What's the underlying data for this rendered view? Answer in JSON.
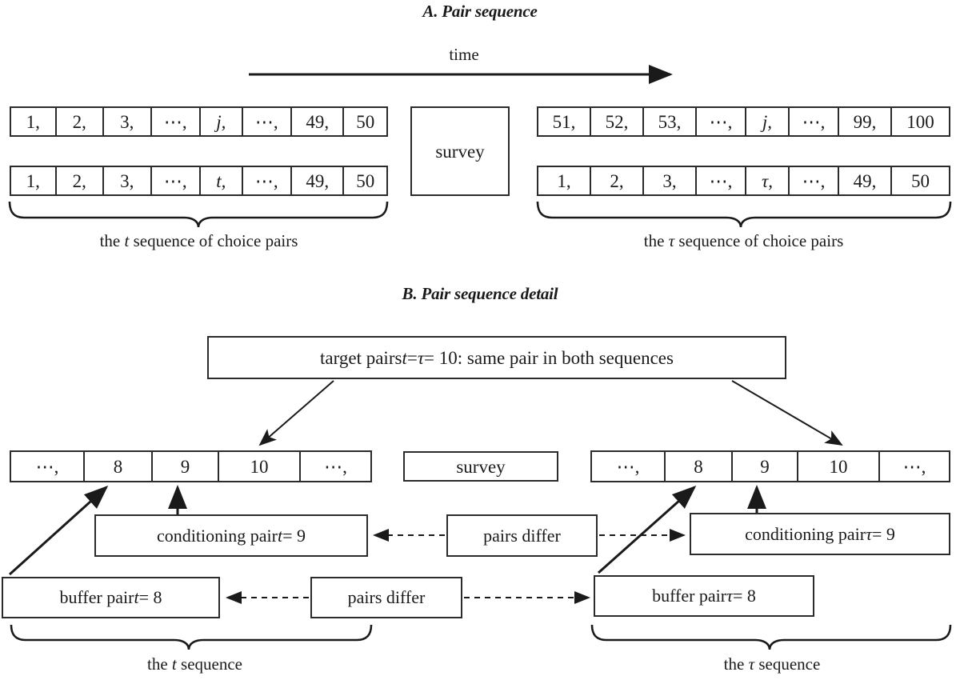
{
  "panelA": {
    "title": "A. Pair sequence",
    "time_label": "time",
    "survey_label": "survey",
    "left_row_top": {
      "cells": [
        "1,",
        "2,",
        "3,",
        "⋯,",
        "j,",
        "⋯,",
        "49,",
        "50"
      ]
    },
    "left_row_bottom": {
      "cells": [
        "1,",
        "2,",
        "3,",
        "⋯,",
        "t,",
        "⋯,",
        "49,",
        "50"
      ]
    },
    "right_row_top": {
      "cells": [
        "51,",
        "52,",
        "53,",
        "⋯,",
        "j,",
        "⋯,",
        "99,",
        "100"
      ]
    },
    "right_row_bottom": {
      "cells": [
        "1,",
        "2,",
        "3,",
        "⋯,",
        "τ,",
        "⋯,",
        "49,",
        "50"
      ]
    },
    "left_caption": "the t sequence of choice pairs",
    "right_caption": "the τ sequence of choice pairs"
  },
  "panelB": {
    "title": "B. Pair sequence detail",
    "target_box": "target pairs t = τ = 10: same pair in both sequences",
    "survey_label": "survey",
    "left_row": {
      "cells": [
        "⋯,",
        "8",
        "9",
        "10",
        "⋯,"
      ]
    },
    "right_row": {
      "cells": [
        "⋯,",
        "8",
        "9",
        "10",
        "⋯,"
      ]
    },
    "conditioning_left": "conditioning pair t = 9",
    "conditioning_right": "conditioning pair τ = 9",
    "buffer_left": "buffer pair t = 8",
    "buffer_right": "buffer pair τ = 8",
    "pairs_differ_upper": "pairs differ",
    "pairs_differ_lower": "pairs differ",
    "left_caption": "the t sequence",
    "right_caption": "the τ sequence"
  },
  "colors": {
    "line": "#2b2b2b",
    "text": "#1a1a1a",
    "background": "#ffffff"
  }
}
